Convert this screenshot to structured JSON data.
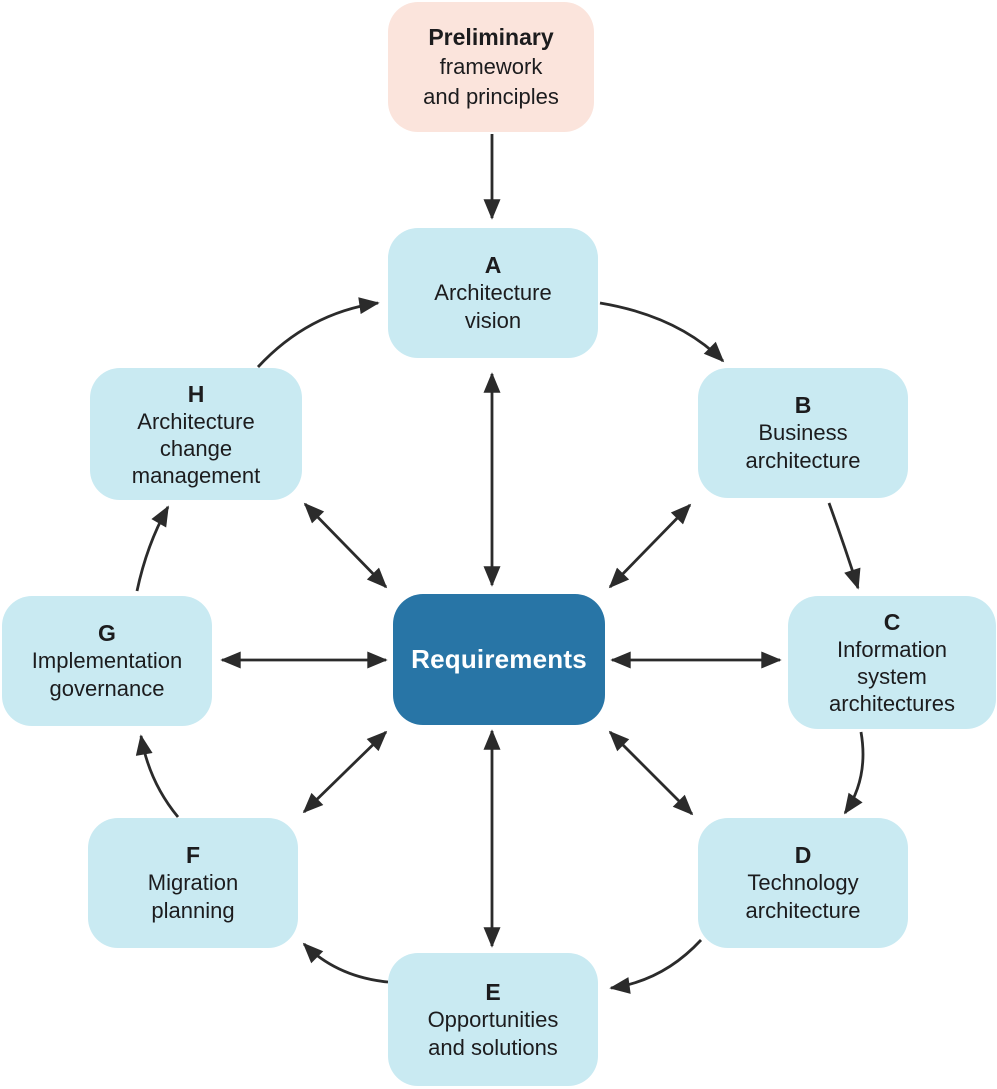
{
  "preliminary": {
    "title": "Preliminary",
    "subtitle": "framework\nand principles"
  },
  "center": {
    "label": "Requirements"
  },
  "phases": [
    {
      "letter": "A",
      "label": "Architecture\nvision"
    },
    {
      "letter": "B",
      "label": "Business\narchitecture"
    },
    {
      "letter": "C",
      "label": "Information\nsystem\narchitectures"
    },
    {
      "letter": "D",
      "label": "Technology\narchitecture"
    },
    {
      "letter": "E",
      "label": "Opportunities\nand solutions"
    },
    {
      "letter": "F",
      "label": "Migration\nplanning"
    },
    {
      "letter": "G",
      "label": "Implementation\ngovernance"
    },
    {
      "letter": "H",
      "label": "Architecture\nchange\nmanagement"
    }
  ],
  "colors": {
    "phase_box": "#c9eaf2",
    "center_box": "#2875a6",
    "preliminary_box": "#fbe4dc",
    "arrow": "#2b2b2b",
    "text": "#1c1c1e",
    "center_text": "#ffffff"
  }
}
